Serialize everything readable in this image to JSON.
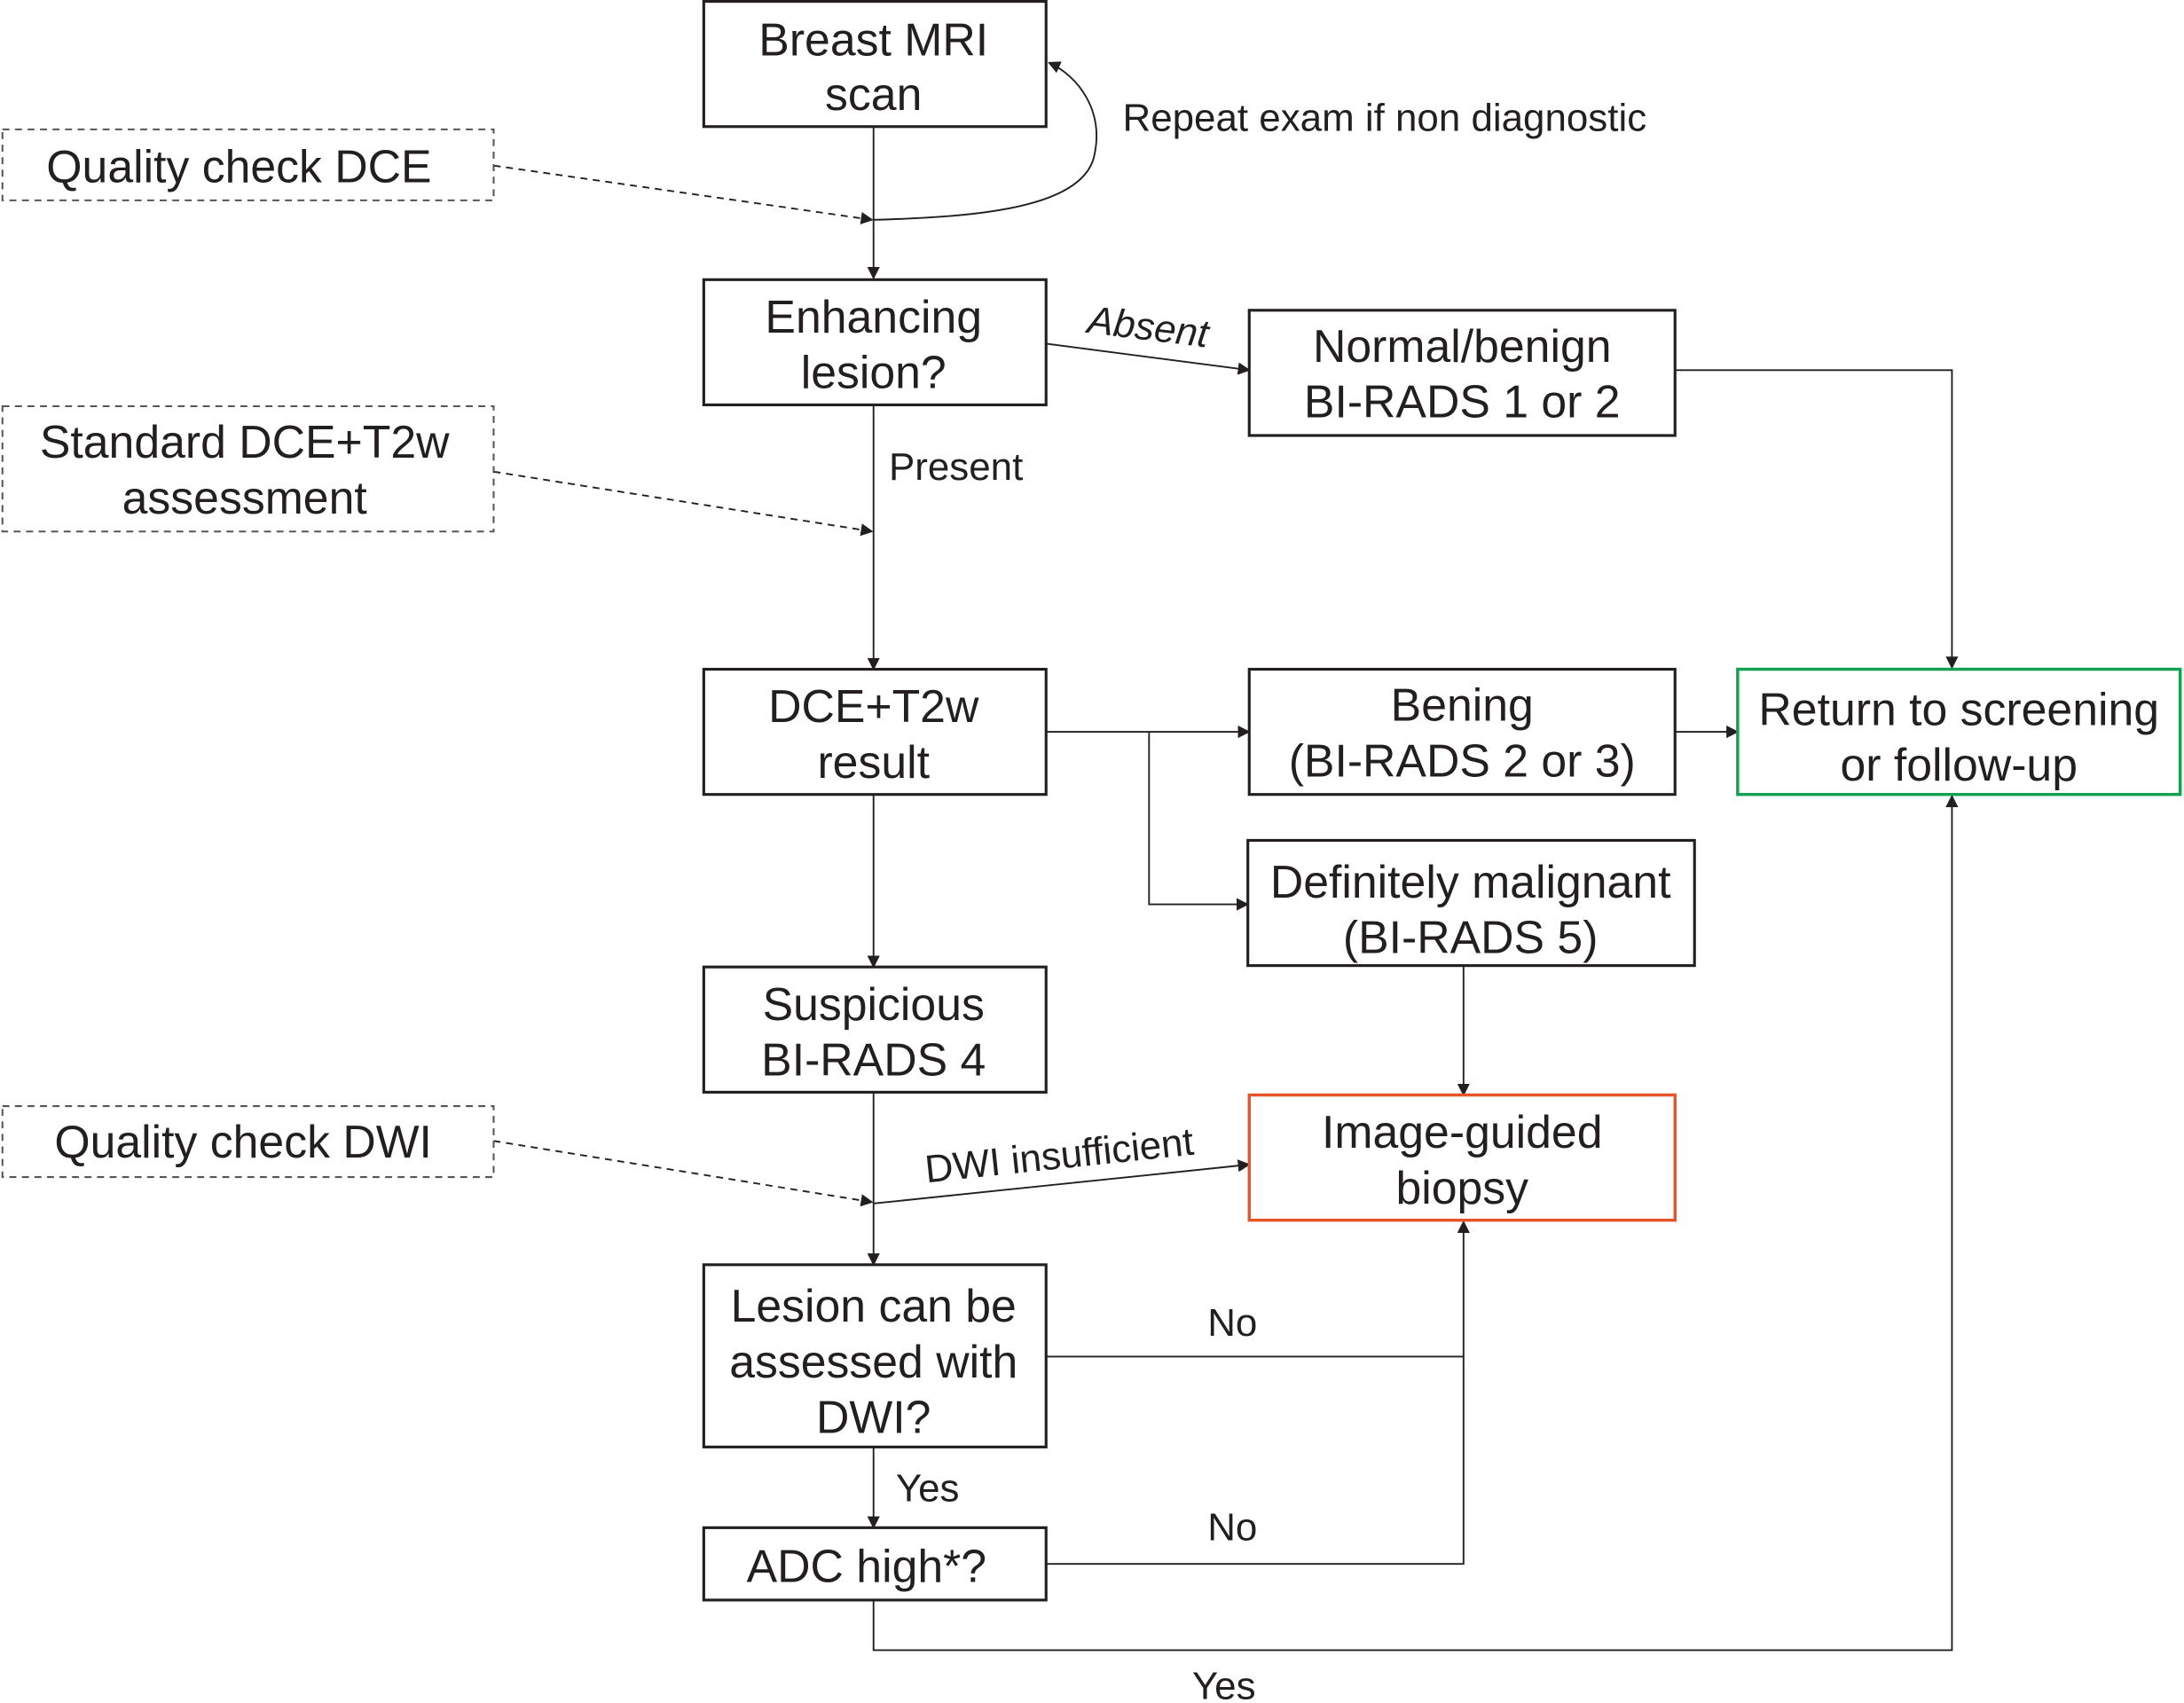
{
  "colors": {
    "line": "#231f20",
    "return_box_border": "#12a150",
    "biopsy_box_border": "#e8532a",
    "dashed_box_border": "#555555"
  },
  "nodes": {
    "mri_scan": [
      "Breast MRI",
      "scan"
    ],
    "enhancing": [
      "Enhancing",
      "lesion?"
    ],
    "normal_benign": [
      "Normal/benign",
      "BI-RADS 1 or 2"
    ],
    "dce_result": [
      "DCE+T2w",
      "result"
    ],
    "bening": [
      "Bening",
      "(BI-RADS 2 or 3)"
    ],
    "return": [
      "Return to screening",
      "or follow-up"
    ],
    "malignant": [
      "Definitely malignant",
      "(BI-RADS 5)"
    ],
    "suspicious": [
      "Suspicious",
      "BI-RADS 4"
    ],
    "biopsy": [
      "Image-guided",
      "biopsy"
    ],
    "dwi_assess": [
      "Lesion can be",
      "assessed with",
      "DWI?"
    ],
    "adc_high": [
      "ADC high*?"
    ]
  },
  "side_notes": {
    "qc_dce": [
      "Quality check DCE"
    ],
    "standard": [
      "Standard DCE+T2w",
      "assessment"
    ],
    "qc_dwi": [
      "Quality check DWI"
    ]
  },
  "edge_labels": {
    "repeat": "Repeat exam if non diagnostic",
    "absent": "Absent",
    "present": "Present",
    "dwi_insufficient": "DWI insufficient",
    "no_assess": "No",
    "yes_assess": "Yes",
    "no_adc": "No",
    "yes_adc": "Yes"
  }
}
